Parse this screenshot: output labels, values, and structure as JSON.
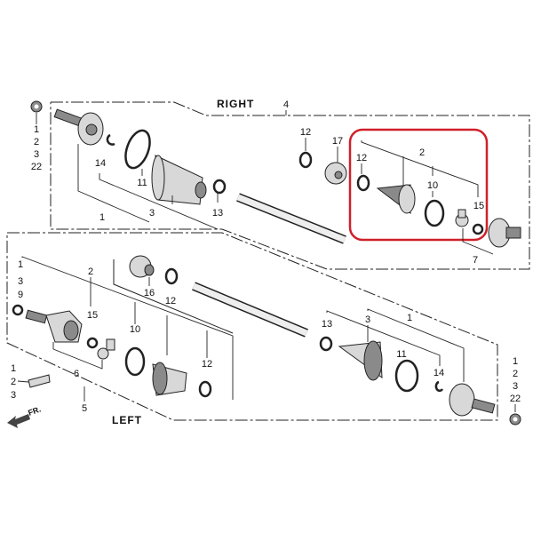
{
  "diagram": {
    "title_right": "RIGHT",
    "title_left": "LEFT",
    "front_marker": "FR.",
    "highlight_color": "#d0202a",
    "right_assembly_ref": "4",
    "left_assembly_ref": "5",
    "right_labels": {
      "nut_refs": [
        "1",
        "2",
        "3",
        "22"
      ],
      "clip_14": "14",
      "band_11": "11",
      "boot_3": "3",
      "joint_1": "1",
      "band_13": "13",
      "band_12_top": "12",
      "joint_17": "17",
      "band_12_kit": "12",
      "kit_2": "2",
      "band_10": "10",
      "ring_15": "15",
      "spider_7": "7"
    },
    "left_labels": {
      "ring_refs": [
        "1",
        "3",
        "9"
      ],
      "kit_2": "2",
      "ring_15": "15",
      "band_10": "10",
      "joint_6": "6",
      "assy_5": "5",
      "clip_refs": [
        "1",
        "2",
        "3"
      ],
      "damper_16": "16",
      "band_12_top": "12",
      "band_12_bottom": "12",
      "band_13": "13",
      "boot_3": "3",
      "joint_1": "1",
      "band_11": "11",
      "clip_14": "14",
      "nut_refs": [
        "1",
        "2",
        "3",
        "22"
      ]
    }
  }
}
